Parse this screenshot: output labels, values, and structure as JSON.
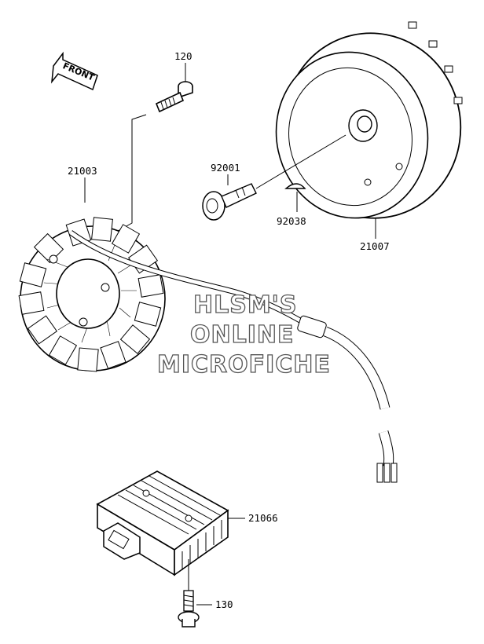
{
  "front_arrow": {
    "label": "FRONT"
  },
  "parts": {
    "bolt_120": "120",
    "stator_21003": "21003",
    "flange_bolt_92001": "92001",
    "key_92038": "92038",
    "rotor_21007": "21007",
    "regulator_21066": "21066",
    "bolt_130": "130"
  },
  "watermark": {
    "line1": "HLSM'S",
    "line2": "ONLINE",
    "line3": "MICROFICHE"
  }
}
